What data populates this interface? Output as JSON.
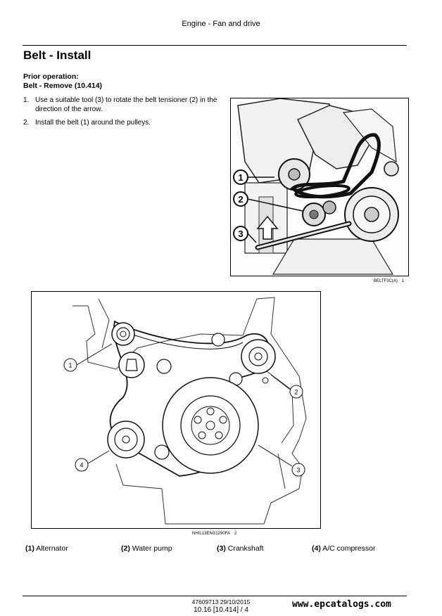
{
  "header": {
    "title": "Engine - Fan and drive"
  },
  "section": {
    "title": "Belt - Install"
  },
  "prior_operation": {
    "label": "Prior operation:",
    "link": "Belt - Remove (10.414)"
  },
  "steps": [
    {
      "number": "1.",
      "text": "Use a suitable tool (3) to rotate the belt tensioner (2) in the direction of the arrow."
    },
    {
      "number": "2.",
      "text": "Install the belt (1) around the pulleys."
    }
  ],
  "figure1": {
    "code": "BELTF3C(A)",
    "number": "1",
    "callouts": [
      "1",
      "2",
      "3"
    ]
  },
  "figure2": {
    "code": "NHIL13ENG1290FA",
    "number": "2",
    "callouts": [
      "1",
      "2",
      "3",
      "4"
    ]
  },
  "legend": [
    {
      "num": "(1)",
      "label": "Alternator"
    },
    {
      "num": "(2)",
      "label": "Water pump"
    },
    {
      "num": "(3)",
      "label": "Crankshaft"
    },
    {
      "num": "(4)",
      "label": "A/C compressor"
    }
  ],
  "footer": {
    "doc": "47609713 29/10/2015",
    "page": "10.16 [10.414] / 4",
    "watermark": "www.epcatalogs.com"
  }
}
